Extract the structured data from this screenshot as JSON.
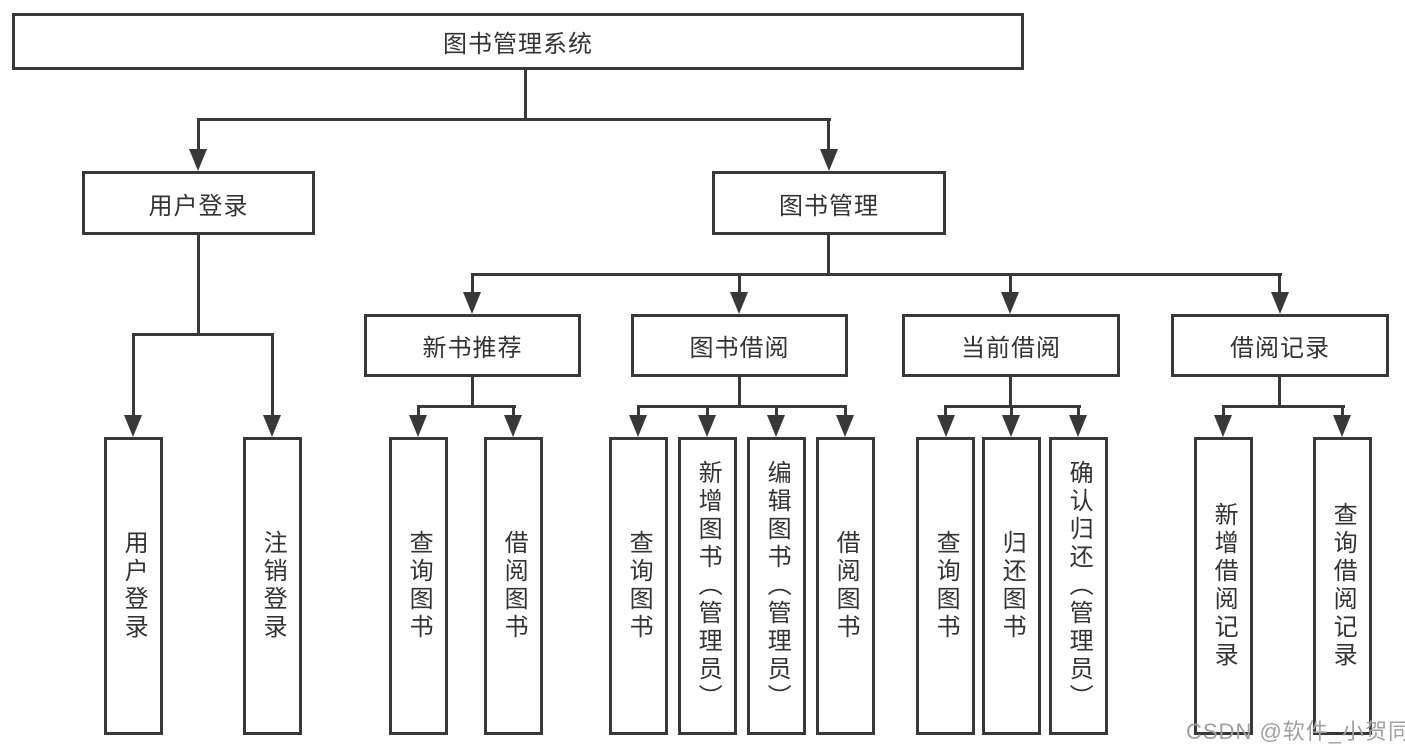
{
  "diagram": {
    "type": "hierarchy-tree",
    "title": "图书管理系统",
    "colors": {
      "line": "#383838",
      "text": "#333333",
      "box_background": "#ffffff",
      "page_background": "#ffffff",
      "watermark": "#a0a0a0"
    },
    "nodes": {
      "root": "图书管理系统",
      "level2": [
        "用户登录",
        "图书管理"
      ],
      "level3": [
        "新书推荐",
        "图书借阅",
        "当前借阅",
        "借阅记录"
      ],
      "login_children": [
        "用户登录",
        "注销登录"
      ],
      "recommend_children": [
        "查询图书",
        "借阅图书"
      ],
      "borrow_children": [
        "查询图书",
        "新增图书（管理员）",
        "编辑图书（管理员）",
        "借阅图书"
      ],
      "current_children": [
        "查询图书",
        "归还图书",
        "确认归还（管理员）"
      ],
      "records_children": [
        "新增借阅记录",
        "查询借阅记录"
      ]
    },
    "watermark": "CSDN @软件_小贺同学"
  }
}
